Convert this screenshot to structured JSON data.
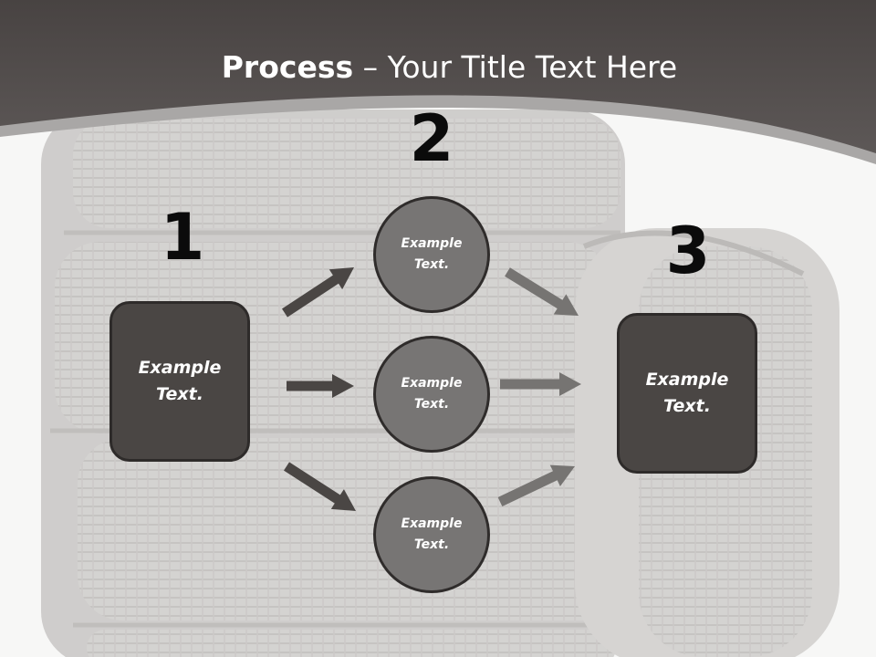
{
  "slide": {
    "title_bold": "Process",
    "title_rest": " – Your Title Text Here",
    "background_image": "stacked-tires-photo"
  },
  "steps": {
    "left": {
      "number": "1",
      "text": "Example Text."
    },
    "middle": {
      "number": "2",
      "items": [
        {
          "text": "Example Text."
        },
        {
          "text": "Example Text."
        },
        {
          "text": "Example Text."
        }
      ]
    },
    "right": {
      "number": "3",
      "text": "Example Text."
    }
  },
  "colors": {
    "header": "#4d4847",
    "box_fill": "#4a4644",
    "circle_fill": "#777574",
    "arrow_dark": "#4a4644",
    "arrow_light": "#767472"
  }
}
